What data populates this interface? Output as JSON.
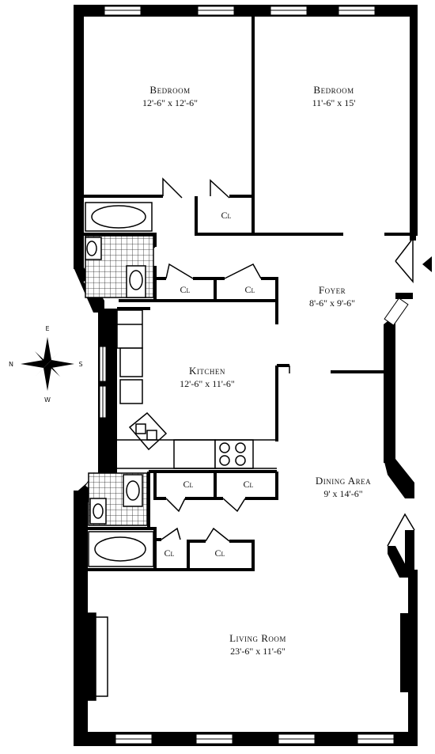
{
  "rooms": {
    "bedroom_left": {
      "name": "Bedroom",
      "dims": "12'-6\" x 12'-6\""
    },
    "bedroom_right": {
      "name": "Bedroom",
      "dims": "11'-6\" x 15'"
    },
    "foyer": {
      "name": "Foyer",
      "dims": "8'-6\" x 9'-6\""
    },
    "kitchen": {
      "name": "Kitchen",
      "dims": "12'-6\" x 11'-6\""
    },
    "dining": {
      "name": "Dining Area",
      "dims": "9' x 14'-6\""
    },
    "living": {
      "name": "Living Room",
      "dims": "23'-6\" x 11'-6\""
    }
  },
  "closet_label": "Cl",
  "compass": {
    "north": "N",
    "south": "S",
    "east": "E",
    "west": "W"
  }
}
